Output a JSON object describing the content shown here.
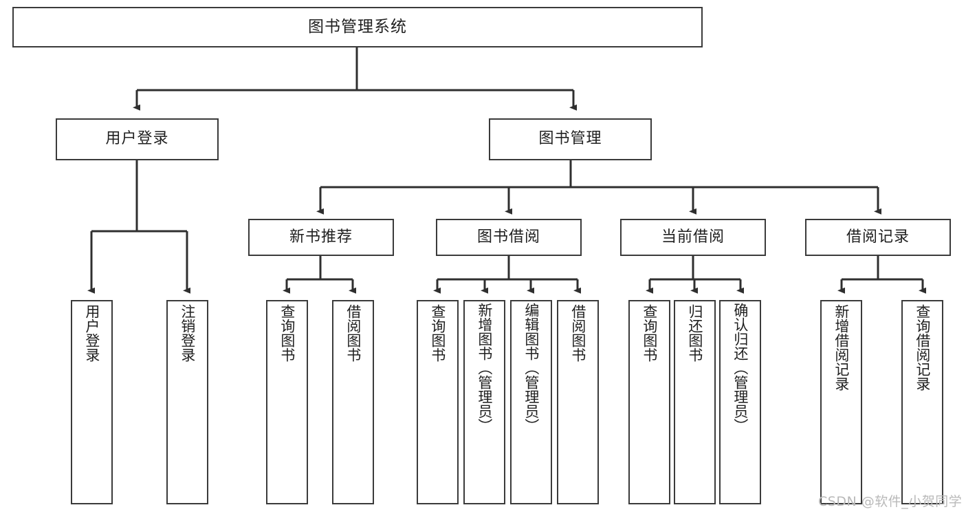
{
  "diagram": {
    "title": "图书管理系统",
    "type": "hierarchy-tree",
    "watermark": "CSDN @软件_小贺同学",
    "colors": {
      "stroke": "#3a3a3a",
      "fill": "#ffffff",
      "text": "#1f1f1f",
      "watermark": "#b9b9b9"
    },
    "levels": {
      "root": {
        "label": "图书管理系统"
      },
      "level2": [
        {
          "label": "用户登录"
        },
        {
          "label": "图书管理"
        }
      ],
      "level3": [
        {
          "label": "新书推荐"
        },
        {
          "label": "图书借阅"
        },
        {
          "label": "当前借阅"
        },
        {
          "label": "借阅记录"
        }
      ],
      "leaves": {
        "user_login": [
          {
            "label": "用户登录"
          },
          {
            "label": "注销登录"
          }
        ],
        "new_book_recommend": [
          {
            "label": "查询图书"
          },
          {
            "label": "借阅图书"
          }
        ],
        "book_borrow": [
          {
            "label": "查询图书"
          },
          {
            "label": "新增图书（管理员）"
          },
          {
            "label": "编辑图书（管理员）"
          },
          {
            "label": "借阅图书"
          }
        ],
        "current_borrow": [
          {
            "label": "查询图书"
          },
          {
            "label": "归还图书"
          },
          {
            "label": "确认归还（管理员）"
          }
        ],
        "borrow_record": [
          {
            "label": "新增借阅记录"
          },
          {
            "label": "查询借阅记录"
          }
        ]
      }
    }
  }
}
